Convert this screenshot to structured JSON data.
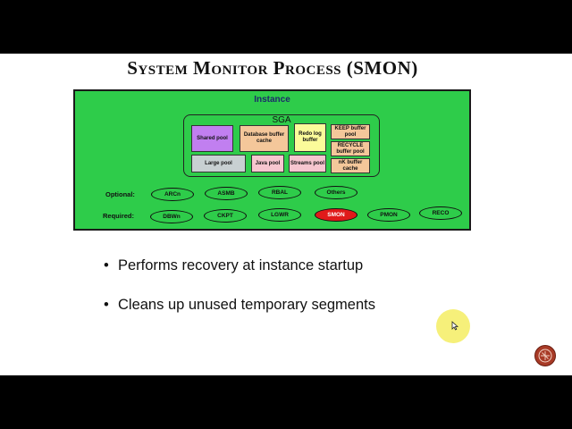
{
  "slide": {
    "title": "System Monitor Process (SMON)"
  },
  "diagram": {
    "instance_label": "Instance",
    "sga_label": "SGA",
    "sga_components": {
      "shared_pool": "Shared pool",
      "database_buffer_cache": "Database buffer cache",
      "redo_log_buffer": "Redo log buffer",
      "keep_buffer_pool": "KEEP buffer pool",
      "recycle_buffer_pool": "RECYCLE buffer pool",
      "nk_buffer_cache": "nK buffer cache",
      "large_pool": "Large pool",
      "java_pool": "Java pool",
      "streams_pool": "Streams pool"
    },
    "optional_label": "Optional:",
    "required_label": "Required:",
    "optional_processes": [
      "ARCn",
      "ASMB",
      "RBAL",
      "Others"
    ],
    "required_processes": [
      "DBWn",
      "CKPT",
      "LGWR",
      "SMON",
      "PMON",
      "RECO"
    ],
    "highlighted_process": "SMON",
    "colors": {
      "instance_bg": "#2ecc4a",
      "shared_pool": "#c17ff0",
      "database_buffer_cache": "#f4c79a",
      "redo_log_buffer": "#fbfb9a",
      "keep_buffer_pool": "#f4c79a",
      "recycle_buffer_pool": "#f4c79a",
      "nk_buffer_cache": "#f4c79a",
      "large_pool": "#c8d0d2",
      "java_pool": "#f7c6cf",
      "streams_pool": "#f7c6cf",
      "highlight": "#e01a1a"
    }
  },
  "bullets": [
    "Performs recovery at instance startup",
    "Cleans up unused temporary segments"
  ],
  "icons": {
    "bullet": "bullet-dot-icon",
    "cursor": "mouse-pointer-icon",
    "logo": "channel-logo-icon"
  }
}
